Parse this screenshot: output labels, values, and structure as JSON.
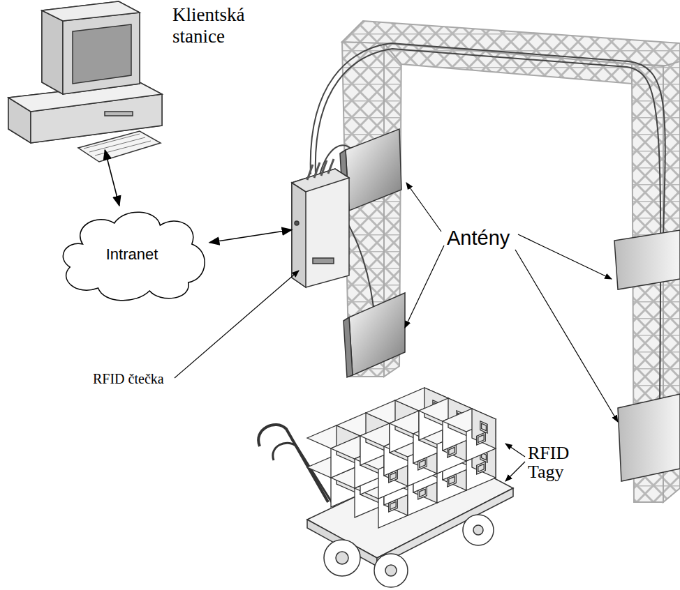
{
  "diagram": {
    "nodes": [
      {
        "text": [
          "Klientská stanice"
        ]
      },
      {
        "text": [
          "Intranet"
        ]
      },
      {
        "text": [
          "RFID čtečka"
        ]
      }
    ],
    "edges": [
      {
        "from": 0,
        "to": 1,
        "arrow": "both"
      },
      {
        "from": 1,
        "to": 2,
        "arrow": "both"
      }
    ],
    "labels": [
      "Antény",
      "RFID Tagy"
    ]
  }
}
